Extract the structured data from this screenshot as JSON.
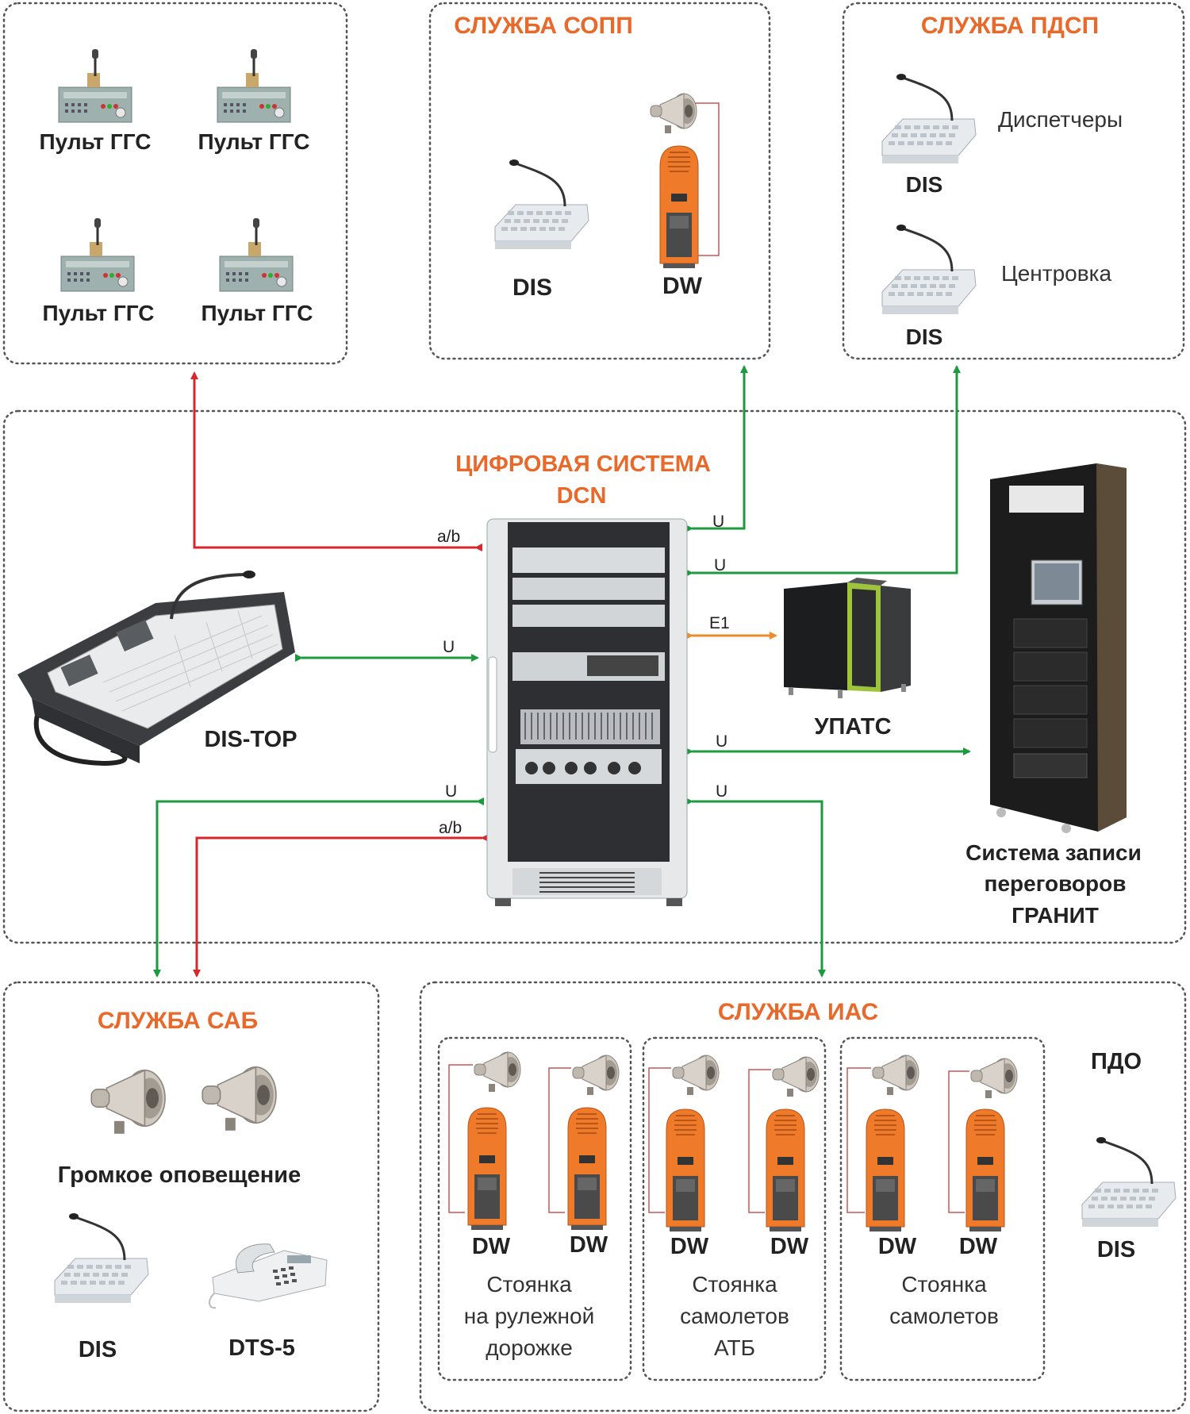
{
  "colors": {
    "title": "#e8692a",
    "analog_link": "#d8262d",
    "digital_link": "#1e9a3e",
    "e1_link": "#ee8a2a",
    "dashed_border": "#555555"
  },
  "ggs": {
    "labels": [
      "Пульт ГГС",
      "Пульт ГГС",
      "Пульт ГГС",
      "Пульт ГГС"
    ]
  },
  "sopp": {
    "title": "СЛУЖБА СОПП",
    "dis": "DIS",
    "dw": "DW"
  },
  "pdsp": {
    "title": "СЛУЖБА ПДСП",
    "dispatchers": "Диспетчеры",
    "centering": "Центровка",
    "dis1": "DIS",
    "dis2": "DIS"
  },
  "dcn": {
    "title_line1": "ЦИФРОВАЯ СИСТЕМА",
    "title_line2": "DCN"
  },
  "links": {
    "ab_top": "a/b",
    "u_sopp": "U",
    "u_pdsp": "U",
    "e1": "E1",
    "u_distop": "U",
    "u_granit": "U",
    "u_sab": "U",
    "ab_sab": "a/b",
    "u_ias": "U"
  },
  "dis_top": {
    "label": "DIS-TOP"
  },
  "upats": {
    "label": "УПАТС"
  },
  "granit": {
    "line1": "Система записи",
    "line2": "переговоров",
    "line3": "ГРАНИТ"
  },
  "sab": {
    "title": "СЛУЖБА САБ",
    "loud": "Громкое оповещение",
    "dis": "DIS",
    "dts": "DTS-5"
  },
  "ias": {
    "title": "СЛУЖБА ИАС",
    "dw_labels": [
      "DW",
      "DW",
      "DW",
      "DW",
      "DW",
      "DW"
    ],
    "group1": [
      "Стоянка",
      "на рулежной",
      "дорожке"
    ],
    "group2": [
      "Стоянка",
      "самолетов",
      "АТБ"
    ],
    "group3": [
      "Стоянка",
      "самолетов"
    ],
    "pdo": "ПДО",
    "pdo_dis": "DIS"
  },
  "icons": [
    "ggs-console-icon",
    "dis-panel-icon",
    "dw-intercom-icon",
    "horn-speaker-icon",
    "dcn-rack-icon",
    "pbx-icon",
    "recorder-rack-icon",
    "desk-phone-icon",
    "dis-top-console-icon"
  ]
}
